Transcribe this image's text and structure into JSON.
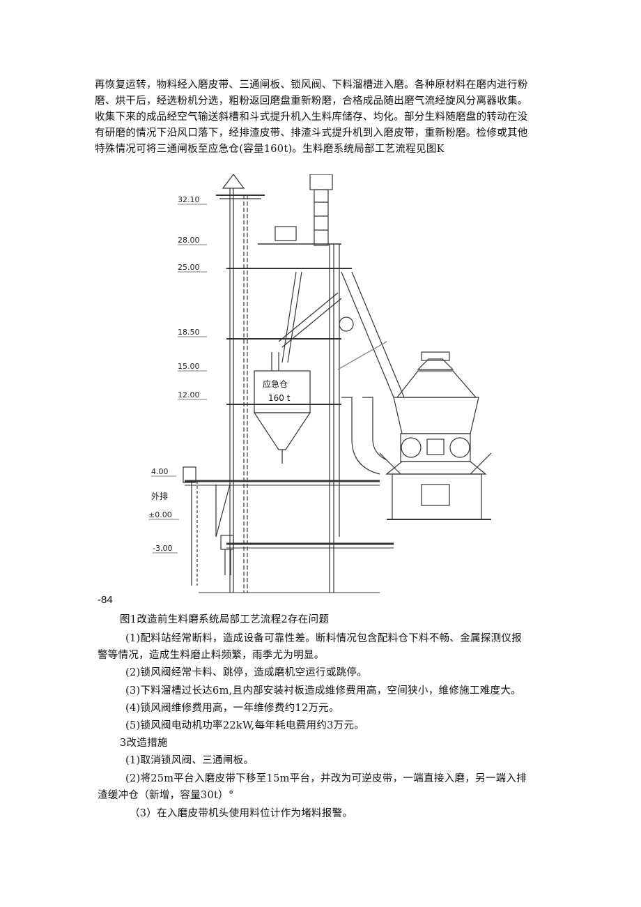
{
  "intro": {
    "lines": [
      "再恢复运转，物料经入磨皮带、三通闸板、锁风阀、下料溜槽进入磨。各种原材料在磨内进行粉",
      "磨、烘干后，经选粉机分选，粗粉返回磨盘重新粉磨，合格成品随出磨气流经旋风分离器收集。",
      "收集下来的成品经空气输送斜槽和斗式提升机入生料库储存、均化。部分生料随磨盘的转动在没",
      "有研磨的情况下沿风口落下，经排渣皮带、排渣斗式提升机到入磨皮带，重新粉磨。检修或其他",
      "特殊情况可将三通闸板至应急仓(容量160t)。生料磨系统局部工艺流程见图K"
    ]
  },
  "figure": {
    "elevations": [
      "32.10",
      "28.00",
      "25.00",
      "18.50",
      "15.00",
      "12.00",
      "4.00",
      "±0.00",
      "-3.00"
    ],
    "bin_label": "应急仓",
    "bin_capacity": "160 t",
    "side_label": "外排"
  },
  "page_number": "-84",
  "body": {
    "caption": "图1改造前生料磨系统局部工艺流程2存在问题",
    "problems": [
      "(1)配料站经常断料，造成设备可靠性差。断料情况包含配料仓下料不畅、金属探测仪报",
      "警等情况，造成生料磨止料频繁，雨季尤为明显。",
      "(2)锁风阀经常卡料、跳停，造成磨机空运行或跳停。",
      "(3)下料溜槽过长达6m,且内部安装衬板造成维修费用高，空间狭小，维修施工难度大。",
      "(4)锁风阀维修费用高，一年维修费约12万元。",
      "(5)锁风阀电动机功率22kW,每年耗电费用约3万元。"
    ],
    "section3": "3改造措施",
    "measures": [
      "(1)取消锁风阀、三通闸板。",
      "(2)将25m平台入磨皮带下移至15m平台，并改为可逆皮带，一端直接入磨，另一端入排",
      "渣缓冲仓（新增，容量30t）°",
      "（3）在入磨皮带机头使用料位计作为堵料报警。"
    ]
  }
}
